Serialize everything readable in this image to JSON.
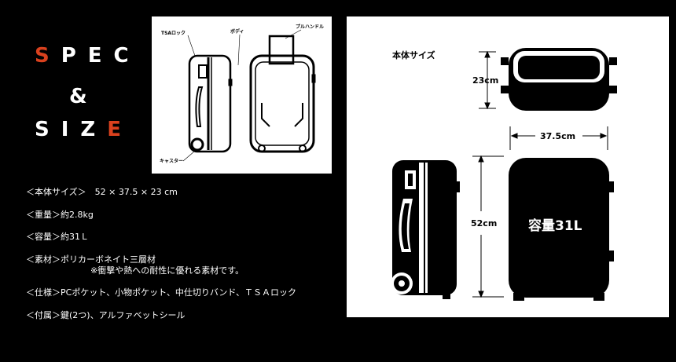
{
  "heading": {
    "line1_accent": "S",
    "line1_rest": "PEC",
    "line2": "&",
    "line3_rest": "SIZ",
    "line3_accent": "E"
  },
  "illustration": {
    "tsa_lock": "TSAロック",
    "body": "ボディ",
    "pull_handle": "プルハンドル",
    "caster": "キャスター"
  },
  "dimensions": {
    "title": "本体サイズ",
    "depth": "23cm",
    "width": "37.5cm",
    "height": "52cm",
    "capacity": "容量31L"
  },
  "specs": [
    {
      "label": "＜本体サイズ＞",
      "value": "　52 × 37.5 × 23 cm"
    },
    {
      "label": "＜重量＞",
      "value": "約2.8kg"
    },
    {
      "label": "＜容量＞",
      "value": "約31Ｌ"
    },
    {
      "label": "＜素材＞",
      "value": "ポリカーボネイト三層材",
      "note": "※衝撃や熱への耐性に優れる素材です。"
    },
    {
      "label": "＜仕様＞",
      "value": "PCポケット、小物ポケット、中仕切りバンド、ＴＳＡロック"
    },
    {
      "label": "＜付属＞",
      "value": "鍵(2つ)、アルファベットシール"
    }
  ],
  "colors": {
    "accent": "#d9411e",
    "background": "#000000",
    "panel": "#ffffff"
  }
}
